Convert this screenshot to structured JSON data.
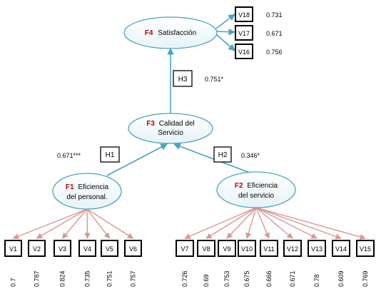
{
  "factors": {
    "f4": {
      "code": "F4",
      "lines": [
        "Satisfacción"
      ]
    },
    "f3": {
      "code": "F3",
      "lines": [
        "Calidad del",
        "Servicio"
      ]
    },
    "f1": {
      "code": "F1",
      "lines": [
        "Eficiencia",
        "del personal."
      ]
    },
    "f2": {
      "code": "F2",
      "lines": [
        "Eficiencia",
        "del servicio"
      ]
    }
  },
  "hypotheses": [
    {
      "id": "H3",
      "value": "0.751*"
    },
    {
      "id": "H1",
      "value": "0.671***"
    },
    {
      "id": "H2",
      "value": "0.346*"
    }
  ],
  "f4_items": [
    {
      "label": "V18",
      "value": "0.731"
    },
    {
      "label": "V17",
      "value": "0.671"
    },
    {
      "label": "V16",
      "value": "0.756"
    }
  ],
  "f1_items": [
    {
      "label": "V1",
      "value": "0.7"
    },
    {
      "label": "V2",
      "value": "0.787"
    },
    {
      "label": "V3",
      "value": "0.824"
    },
    {
      "label": "V4",
      "value": "0.735"
    },
    {
      "label": "V5",
      "value": "0.751"
    },
    {
      "label": "V6",
      "value": "0.757"
    }
  ],
  "f2_items": [
    {
      "label": "V7",
      "value": "0.726"
    },
    {
      "label": "V8",
      "value": "0.69"
    },
    {
      "label": "V9",
      "value": "0.753"
    },
    {
      "label": "V10",
      "value": "0.675"
    },
    {
      "label": "V11",
      "value": "0.666"
    },
    {
      "label": "V12",
      "value": "0.671"
    },
    {
      "label": "V13",
      "value": "0.78"
    },
    {
      "label": "V14",
      "value": "0.609"
    },
    {
      "label": "V15",
      "value": "0.769"
    }
  ],
  "colors": {
    "accent": "#4aa3c2",
    "loading_arrow": "#d99694",
    "factor_code": "#c00000"
  }
}
